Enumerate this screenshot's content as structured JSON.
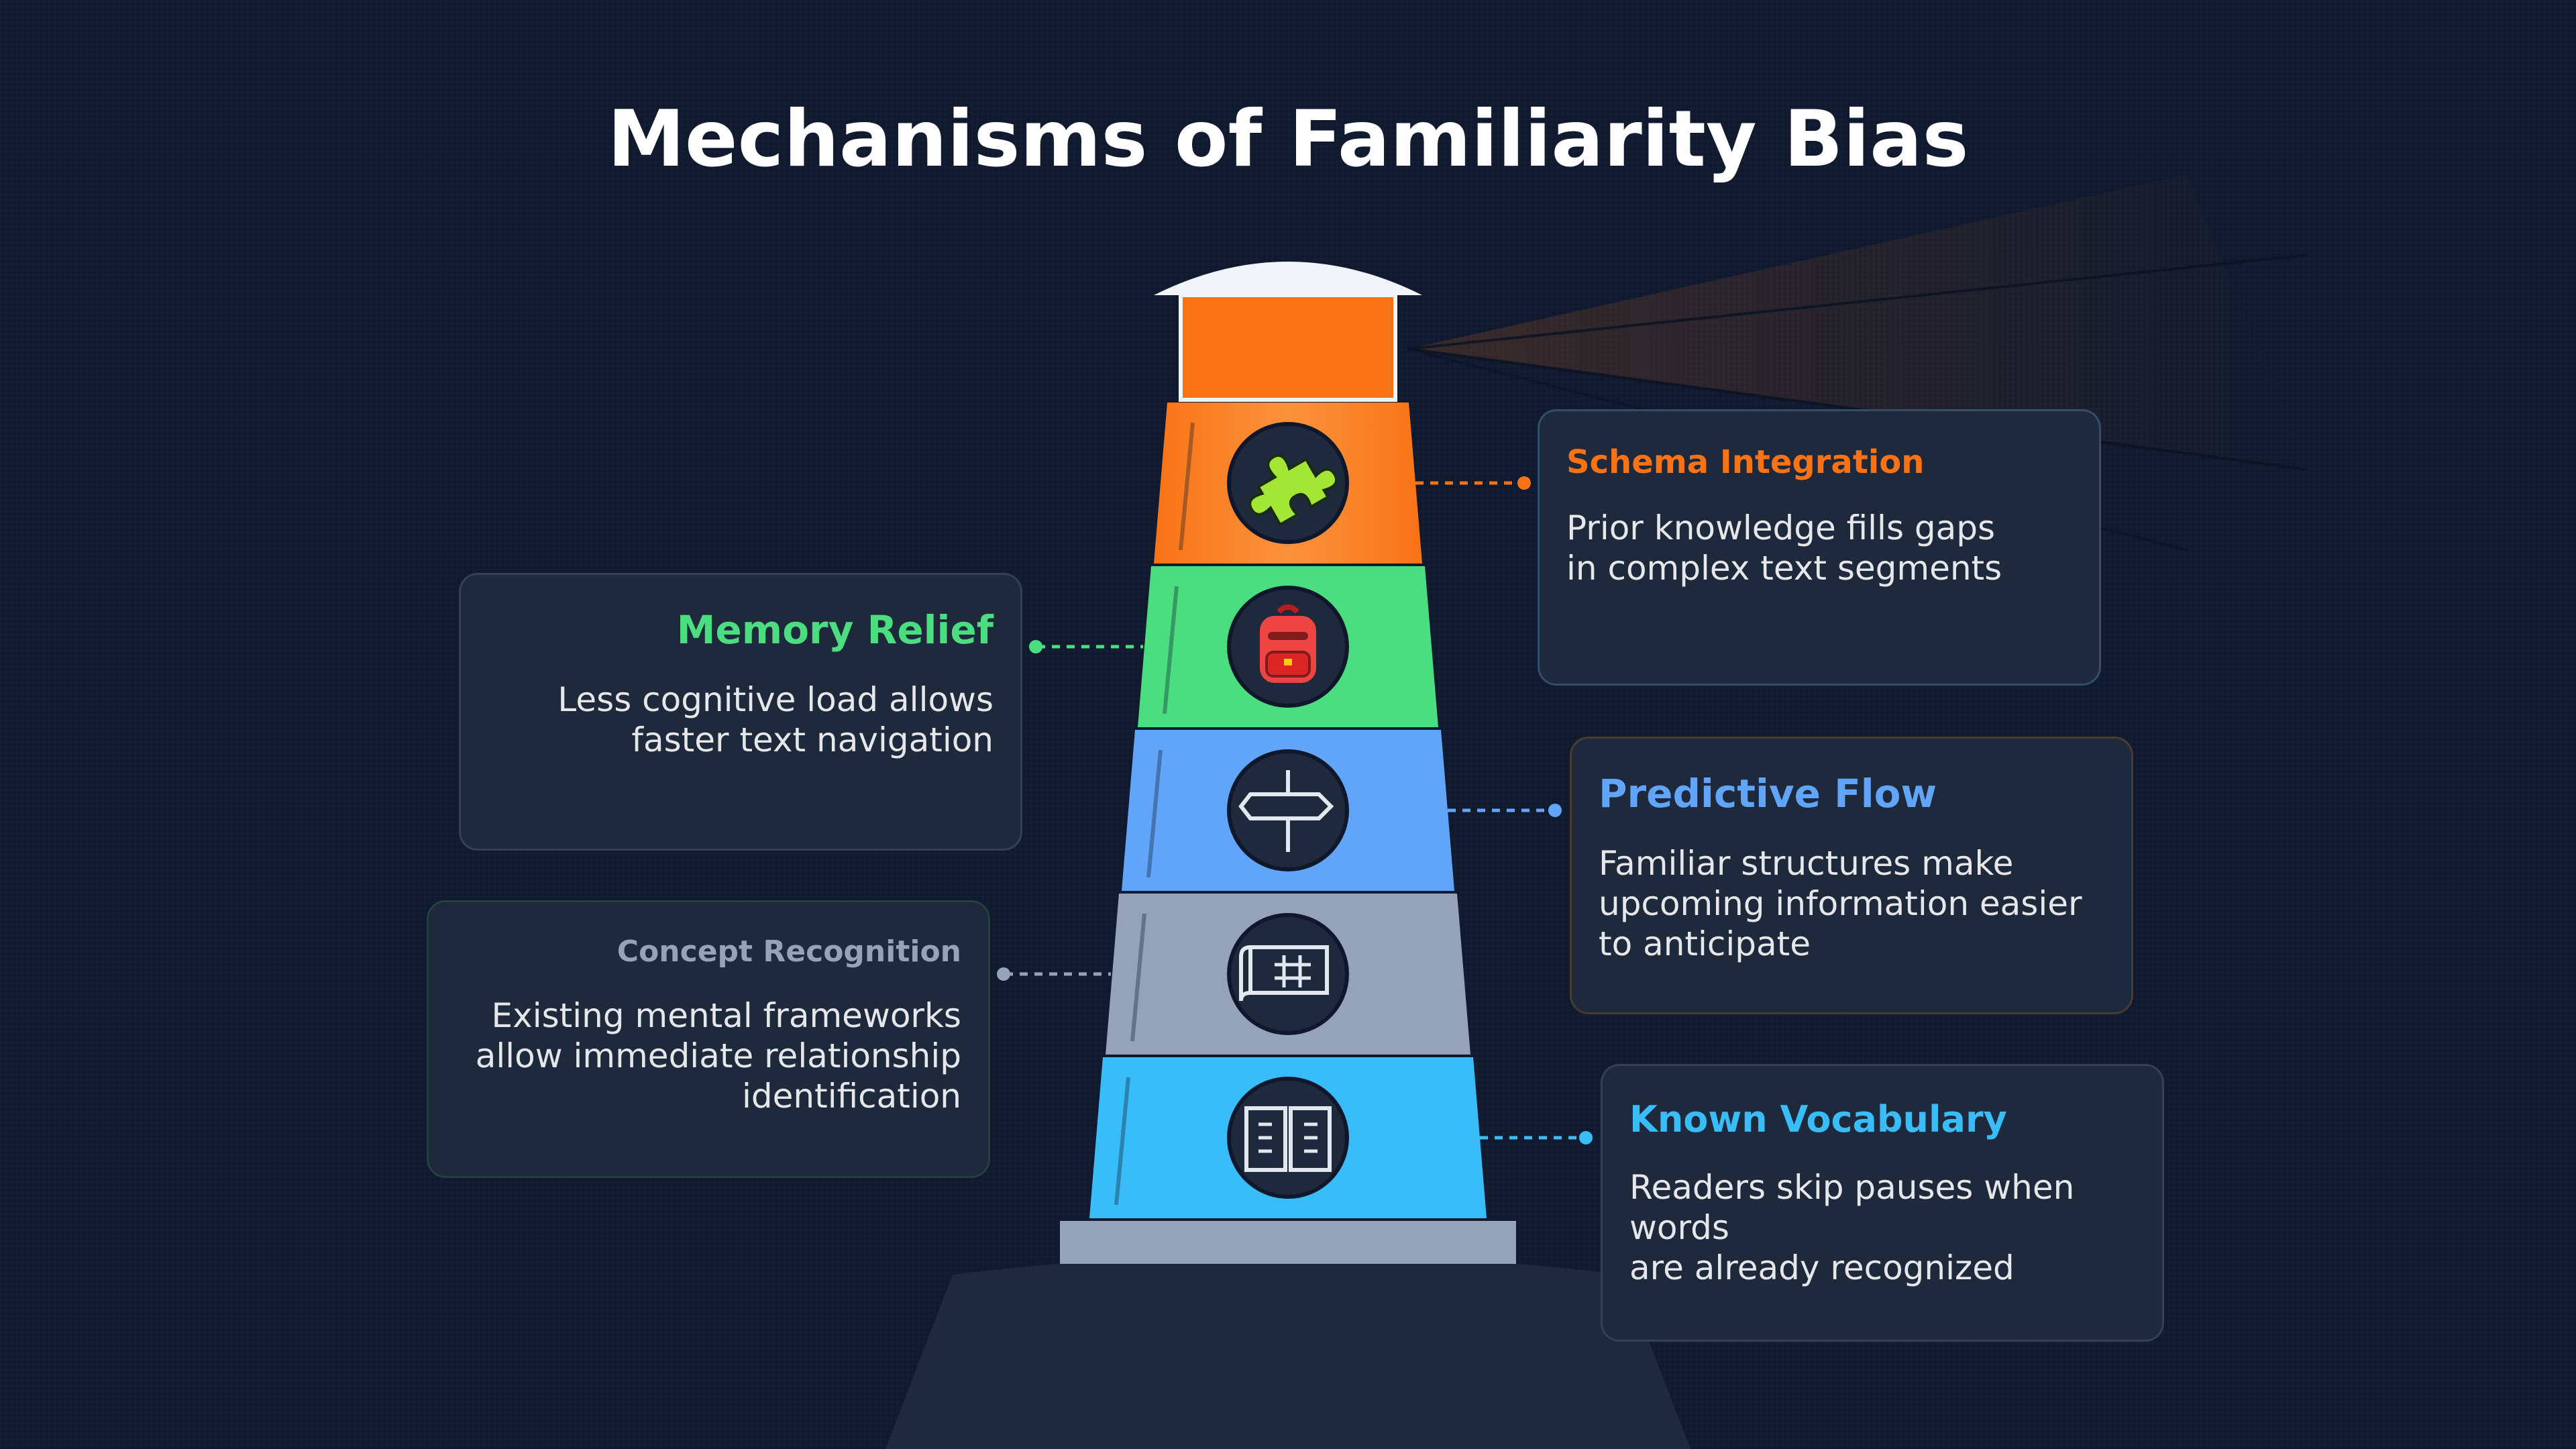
{
  "title": "Mechanisms of Familiarity Bias",
  "mechanisms": [
    {
      "title": "Schema Integration",
      "body_lines": [
        "Prior knowledge fills gaps",
        "in complex text segments"
      ],
      "color": "#f97316",
      "icon": "puzzle-piece-icon"
    },
    {
      "title": "Memory Relief",
      "body_lines": [
        "Less cognitive load allows",
        "faster text navigation"
      ],
      "color": "#4ade80",
      "icon": "backpack-icon"
    },
    {
      "title": "Predictive Flow",
      "body_lines": [
        "Familiar structures make",
        "upcoming information easier",
        "to anticipate"
      ],
      "color": "#60a5fa",
      "icon": "signpost-icon"
    },
    {
      "title": "Concept Recognition",
      "body_lines": [
        "Existing mental frameworks",
        "allow immediate relationship",
        "identification"
      ],
      "color": "#94a3b8",
      "icon": "blueprint-icon"
    },
    {
      "title": "Known Vocabulary",
      "body_lines": [
        "Readers skip pauses when words",
        "are already recognized"
      ],
      "color": "#38bdf8",
      "icon": "open-book-icon"
    }
  ],
  "colors": {
    "background": "#0f1a2e",
    "card": "#1e293b",
    "lamp": "#f97316",
    "dome": "#f1f5f9",
    "base": "#94a3b8",
    "rock": "#1e293b"
  }
}
